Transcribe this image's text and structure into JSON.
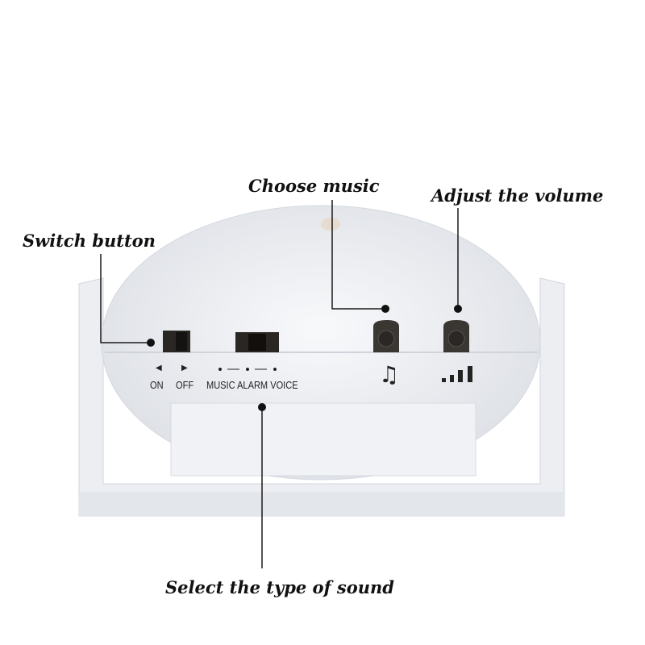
{
  "callouts": {
    "switch": "Switch button",
    "music": "Choose music",
    "volume": "Adjust the volume",
    "sound_type": "Select the type of sound"
  },
  "device_labels": {
    "on": "ON",
    "off": "OFF",
    "on_arrow": "◀",
    "off_arrow": "▶",
    "modes": "MUSIC ALARM VOICE",
    "music_icon": "♫"
  },
  "colors": {
    "body": "#f2f3f6",
    "stand": "#e9ebf0",
    "switch": "#2a2623",
    "line": "#1a1a1a"
  }
}
